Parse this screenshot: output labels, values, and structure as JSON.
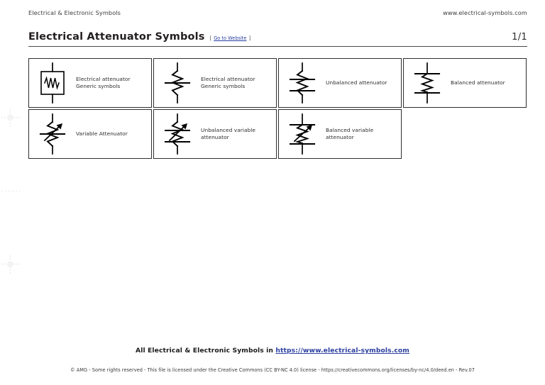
{
  "header": {
    "brand": "Electrical & Electronic Symbols",
    "website": "www.electrical-symbols.com",
    "title": "Electrical Attenuator Symbols",
    "goto_open": "[",
    "goto_link": "Go to Website",
    "goto_close": "]",
    "page_number": "1/1"
  },
  "symbols": [
    {
      "icon": "attenuator-box-zigzag-icon",
      "label_line1": "Electrical attenuator",
      "label_line2": "Generic symbols"
    },
    {
      "icon": "attenuator-zigzag-single-line-icon",
      "label_line1": "Electrical attenuator",
      "label_line2": "Generic symbols"
    },
    {
      "icon": "unbalanced-attenuator-icon",
      "label_line1": "Unbalanced attenuator",
      "label_line2": ""
    },
    {
      "icon": "balanced-attenuator-icon",
      "label_line1": "Balanced attenuator",
      "label_line2": ""
    },
    {
      "icon": "variable-attenuator-icon",
      "label_line1": "Variable Attenuator",
      "label_line2": ""
    },
    {
      "icon": "unbalanced-variable-attenuator-icon",
      "label_line1": "Unbalanced variable",
      "label_line2": "attenuator"
    },
    {
      "icon": "balanced-variable-attenuator-icon",
      "label_line1": "Balanced variable",
      "label_line2": "attenuator"
    }
  ],
  "footer": {
    "main_text": "All Electrical & Electronic Symbols in ",
    "main_link": "https://www.electrical-symbols.com",
    "legal": "© AMG - Some rights reserved - This file is licensed under the Creative Commons (CC BY-NC 4.0) license - https://creativecommons.org/licenses/by-nc/4.0/deed.en - Rev.07"
  },
  "colors": {
    "link": "#2b3fa0",
    "rule": "#4a4a4a",
    "text": "#231f20",
    "symbol_stroke": "#000000"
  }
}
